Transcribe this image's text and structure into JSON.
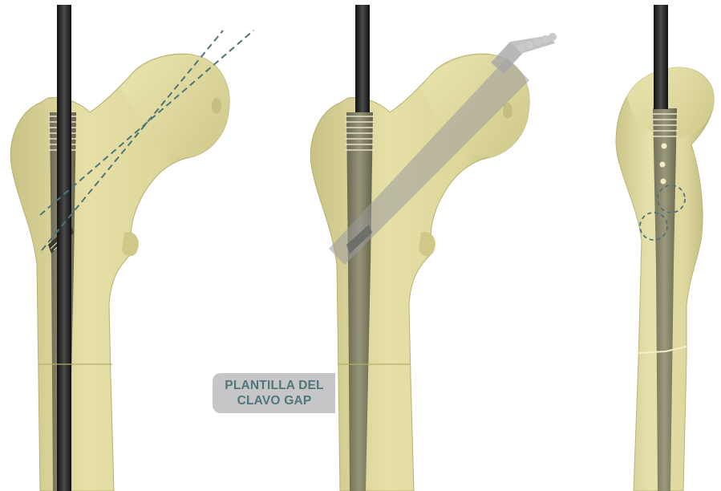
{
  "template_label": {
    "line1": "PLANTILLA DEL",
    "line2": "CLAVO GAP"
  },
  "colors": {
    "bone": "#e3dda3",
    "bone_shadow": "#b9b372",
    "nail_dark": "#1f1f1f",
    "nail_grey": "#7b7a66",
    "guide_dash": "#4f7476",
    "template_overlay": "#9a9a9c",
    "label_bg": "#c6c6c9",
    "label_text": "#4f7779"
  },
  "icons": [
    "femur-figure-left",
    "femur-figure-middle",
    "femur-figure-right"
  ]
}
